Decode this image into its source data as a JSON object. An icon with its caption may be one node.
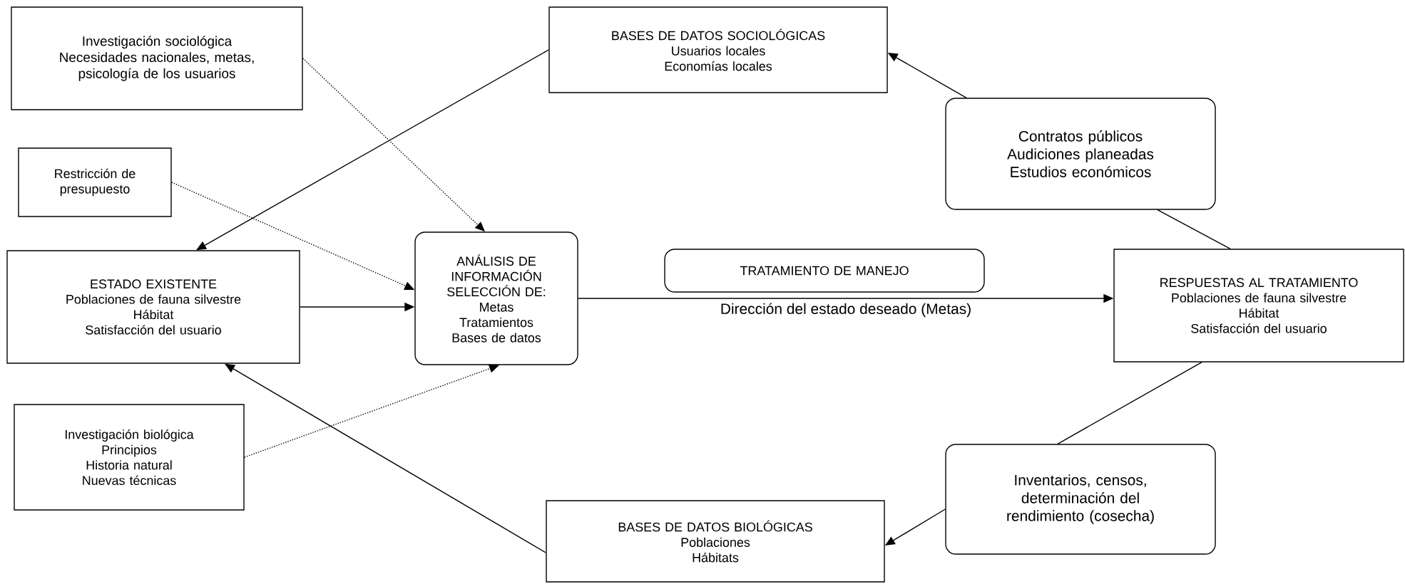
{
  "diagram": {
    "nodes": [
      {
        "text": [
          "Investigación sociológica",
          "Necesidades nacionales, metas, psicología de los usuarios"
        ]
      },
      {
        "text": [
          "BASES DE DATOS SOCIOLÓGICAS",
          "Usuarios locales",
          "Economías locales"
        ]
      },
      {
        "text": [
          "Restricción de presupuesto"
        ]
      },
      {
        "text": [
          "Contratos públicos",
          "Audiciones planeadas",
          "Estudios económicos"
        ]
      },
      {
        "text": [
          "ESTADO EXISTENTE",
          "Poblaciones de fauna silvestre",
          "Hábitat",
          "Satisfacción del usuario"
        ]
      },
      {
        "text": [
          "ANÁLISIS DE INFORMACIÓN",
          "SELECCIÓN DE:",
          "Metas",
          "Tratamientos",
          "Bases de datos"
        ]
      },
      {
        "text": [
          "TRATAMIENTO DE MANEJO"
        ]
      },
      {
        "text": [
          "RESPUESTAS AL TRATAMIENTO",
          "Poblaciones de fauna silvestre",
          "Hábitat",
          "Satisfacción del usuario"
        ]
      },
      {
        "text": [
          "Investigación biológica",
          "Principios",
          "Historia natural",
          "Nuevas técnicas"
        ]
      },
      {
        "text": [
          "Inventarios, censos, determinación del rendimiento (cosecha)"
        ]
      },
      {
        "text": [
          "BASES DE DATOS BIOLÓGICAS",
          "Poblaciones",
          "Hábitats"
        ]
      }
    ],
    "edges": [
      {
        "from": 0,
        "to": 5,
        "arrow": "to",
        "style": "dashed"
      },
      {
        "from": 2,
        "to": 5,
        "arrow": "to",
        "style": "dashed"
      },
      {
        "from": 8,
        "to": 5,
        "arrow": "to",
        "style": "dashed"
      },
      {
        "from": 1,
        "to": 4,
        "arrow": "to"
      },
      {
        "from": 4,
        "to": 5,
        "arrow": "to"
      },
      {
        "from": 5,
        "to": 7,
        "arrow": "to",
        "label": "Dirección del estado deseado (Metas)"
      },
      {
        "from": 3,
        "to": 1,
        "arrow": "to"
      },
      {
        "from": 7,
        "to": 3,
        "arrow": "none"
      },
      {
        "from": 7,
        "to": 9,
        "arrow": "none"
      },
      {
        "from": 9,
        "to": 10,
        "arrow": "to"
      },
      {
        "from": 10,
        "to": 4,
        "arrow": "to"
      }
    ]
  }
}
